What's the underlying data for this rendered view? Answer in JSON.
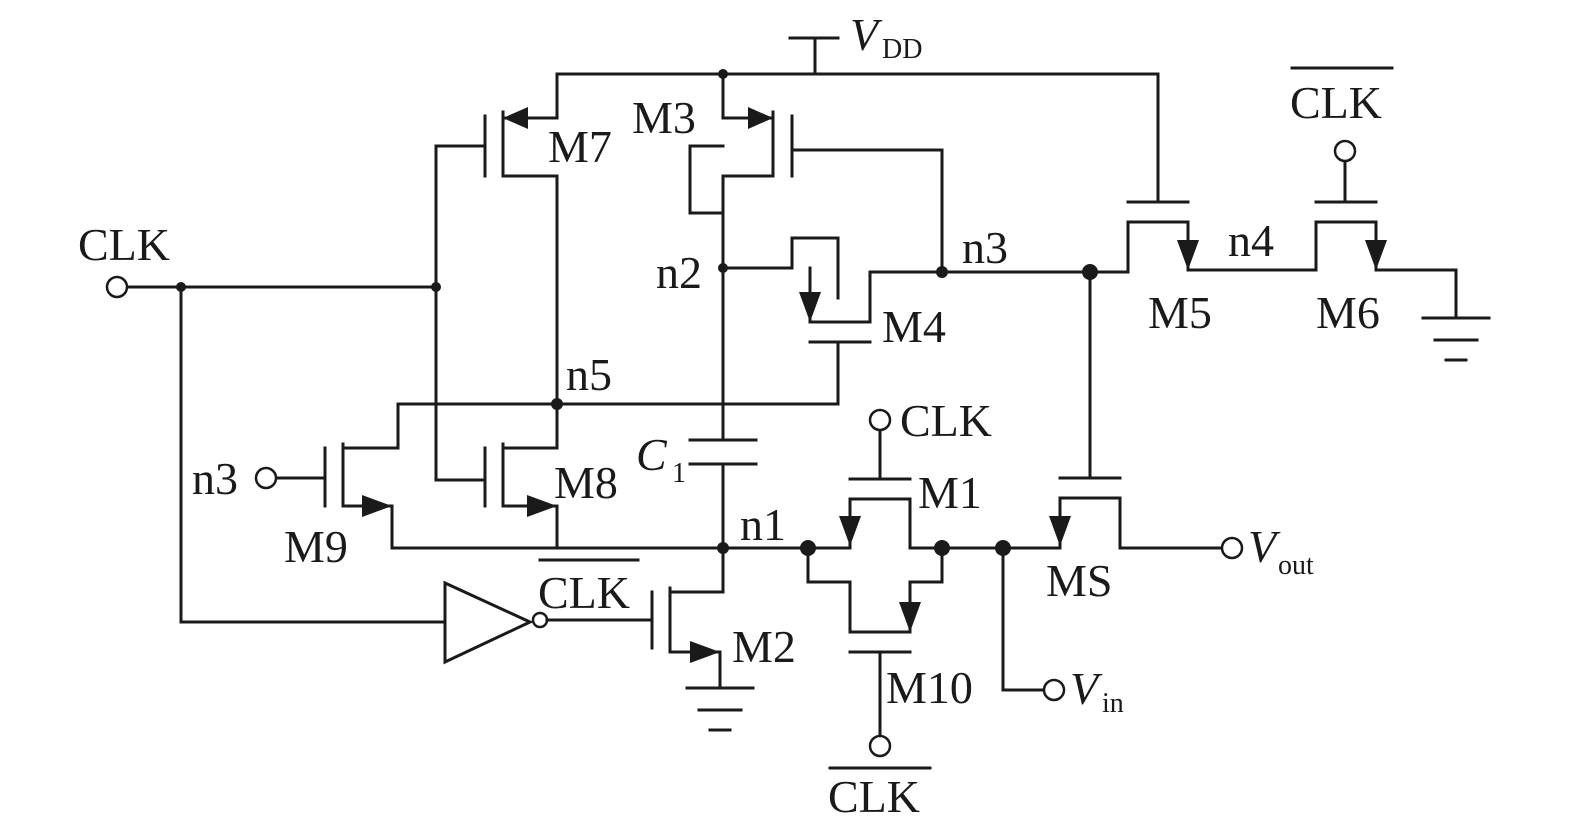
{
  "diagram": {
    "supply": {
      "symbol": "V",
      "subscript": "DD"
    },
    "transistors": {
      "m1": "M1",
      "m2": "M2",
      "m3": "M3",
      "m4": "M4",
      "m5": "M5",
      "m6": "M6",
      "m7": "M7",
      "m8": "M8",
      "m9": "M9",
      "m10": "M10",
      "ms": "MS"
    },
    "capacitor": {
      "symbol": "C",
      "subscript": "1"
    },
    "nodes": {
      "n1": "n1",
      "n2": "n2",
      "n3": "n3",
      "n4": "n4",
      "n5": "n5"
    },
    "clocks": {
      "clk": "CLK",
      "clk_bar": "CLK"
    },
    "ports": {
      "vin": {
        "symbol": "V",
        "subscript": "in"
      },
      "vout": {
        "symbol": "V",
        "subscript": "out"
      },
      "n3_input": "n3"
    }
  }
}
